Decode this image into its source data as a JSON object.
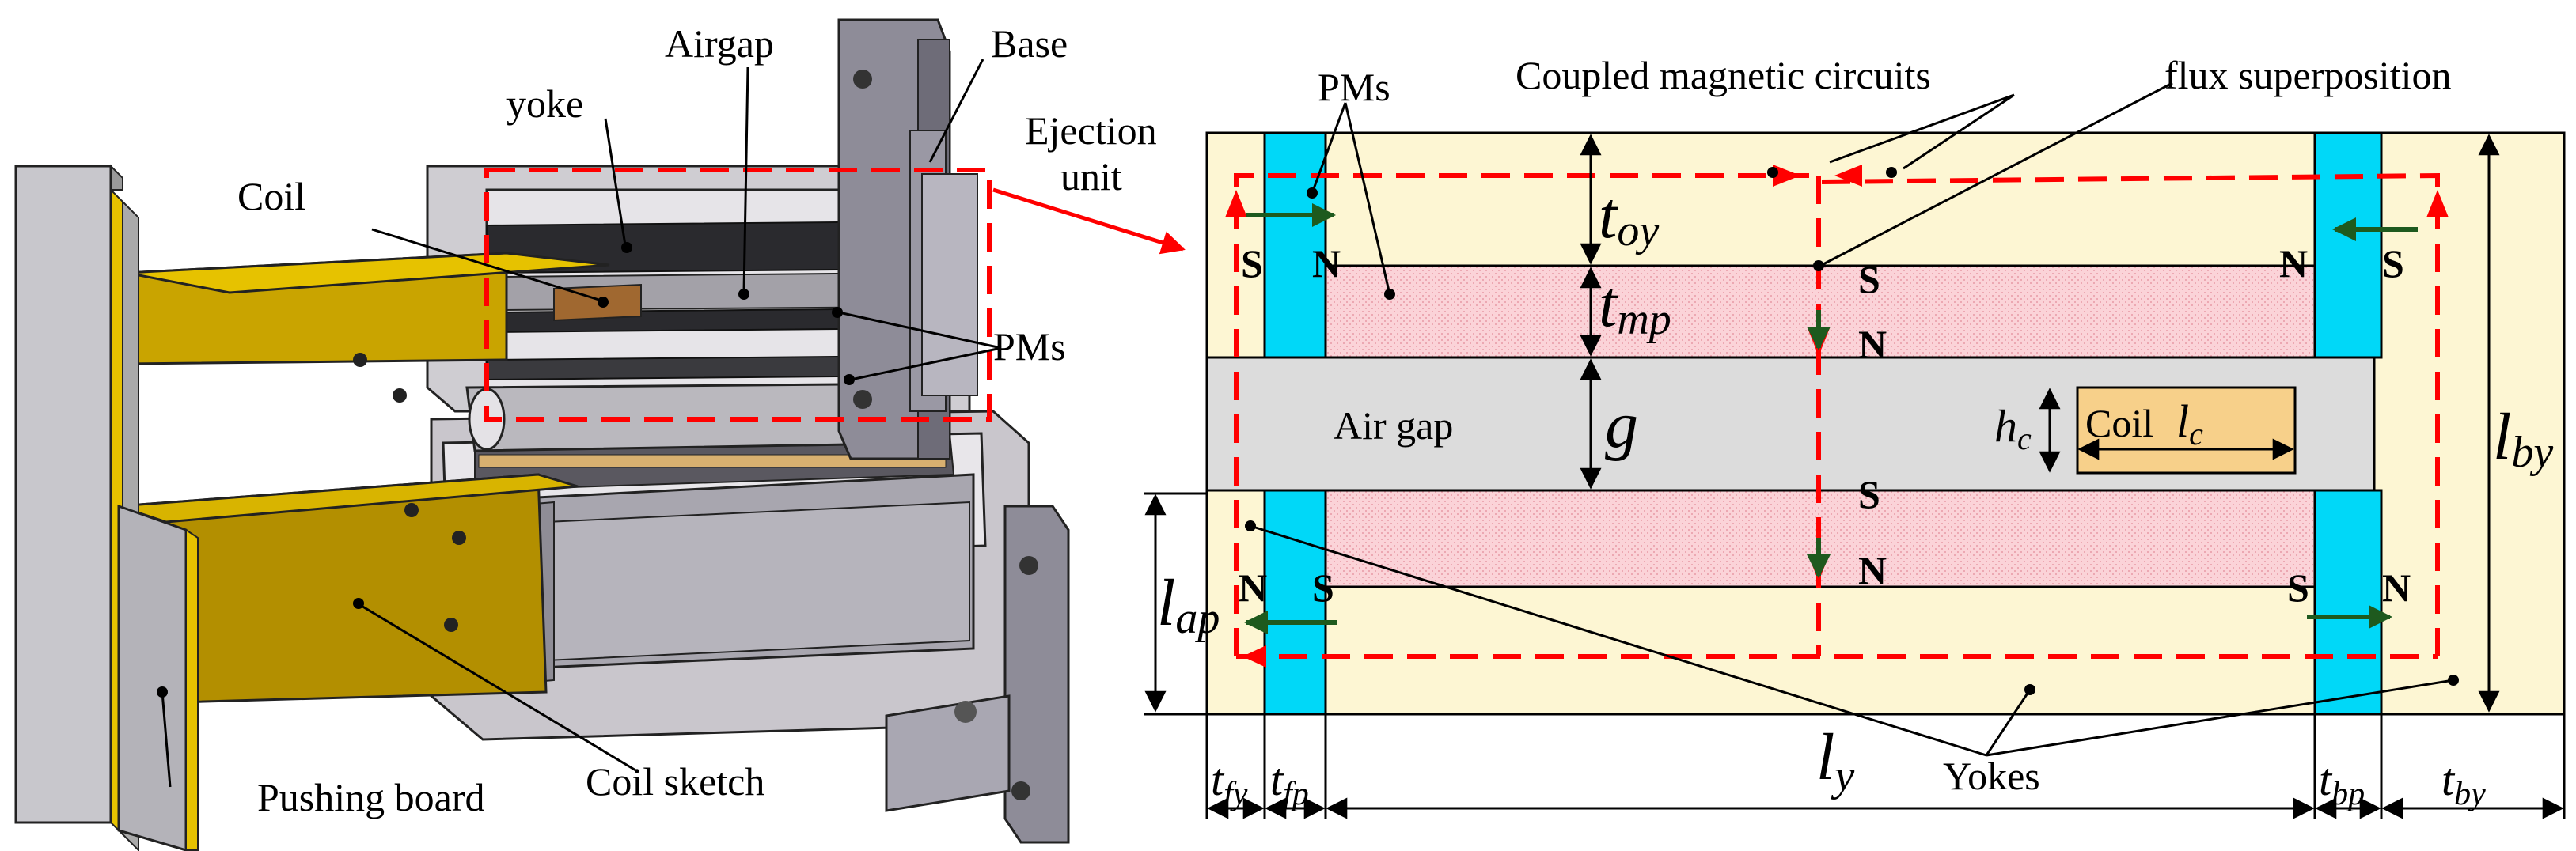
{
  "left_panel": {
    "labels": {
      "base": "Base",
      "airgap": "Airgap",
      "yoke": "yoke",
      "ejection_line1": "Ejection",
      "ejection_line2": "unit",
      "coil": "Coil",
      "pms": "PMs",
      "pushing_board": "Pushing board",
      "coil_sketch": "Coil sketch"
    }
  },
  "right_panel": {
    "labels": {
      "pms": "PMs",
      "coupled_circuits": "Coupled magnetic circuits",
      "flux_superposition": "flux superposition",
      "air_gap": "Air gap",
      "coil": "Coil",
      "yokes": "Yokes"
    },
    "poles": {
      "top_front_left": "S",
      "top_front_right": "N",
      "top_back_left": "N",
      "top_back_right": "S",
      "top_mp_upper": "S",
      "top_mp_lower": "N",
      "bot_mp_upper": "S",
      "bot_mp_lower": "N",
      "bot_front_left": "N",
      "bot_front_right": "S",
      "bot_back_left": "S",
      "bot_back_right": "N"
    },
    "dimensions": {
      "t_oy": [
        "t",
        "oy"
      ],
      "t_mp": [
        "t",
        "mp"
      ],
      "g": "g",
      "h_c": [
        "h",
        "c"
      ],
      "l_c": [
        "l",
        "c"
      ],
      "l_by": [
        "l",
        "by"
      ],
      "l_ap": [
        "l",
        "ap"
      ],
      "t_fy": [
        "t",
        "fy"
      ],
      "t_fp": [
        "t",
        "fp"
      ],
      "l_y": [
        "l",
        "y"
      ],
      "t_bp": [
        "t",
        "bp"
      ],
      "t_by": [
        "t",
        "by"
      ]
    },
    "colors": {
      "yoke_fill": "#fdf6d3",
      "pm_fill": "#00d8f8",
      "magnet_fill": "#fbd3d8",
      "airgap_fill": "#dcdcdc",
      "coil_fill": "#f7d08a",
      "flux_path": "#ff0000",
      "arrow_green": "#1e5a1e"
    }
  }
}
